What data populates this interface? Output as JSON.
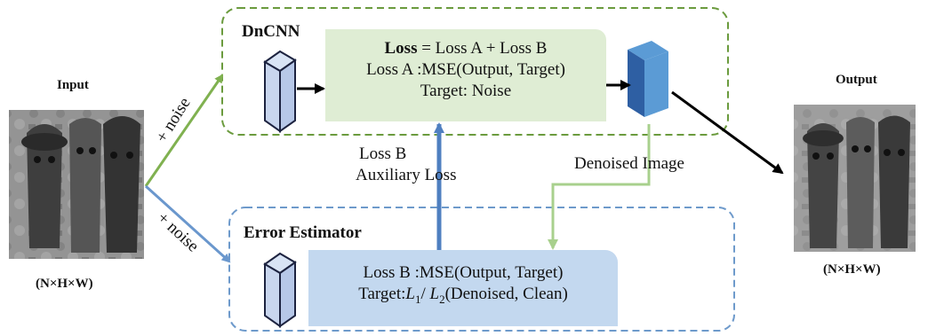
{
  "input": {
    "title": "Input",
    "dims": "(N×H×W)"
  },
  "output": {
    "title": "Output",
    "dims": "(N×H×W)"
  },
  "dncnn": {
    "title": "DnCNN",
    "loss_label_bold": "Loss",
    "loss_formula": " = Loss A + Loss B",
    "loss_a": "Loss A :MSE(Output, Target)",
    "target": "Target: Noise"
  },
  "error_estimator": {
    "title": "Error Estimator",
    "loss_b": "Loss B :MSE(Output, Target)",
    "target_prefix": "Target:",
    "l1": "L",
    "l1_sub": "1",
    "slash": "/ ",
    "l2": "L",
    "l2_sub": "2",
    "target_suffix": "(Denoised, Clean)"
  },
  "arrows": {
    "noise_top": "+ noise",
    "noise_bottom": "+ noise",
    "loss_b_line1": "Loss B",
    "loss_b_line2": "Auxiliary Loss",
    "denoised": "Denoised Image"
  },
  "colors": {
    "green_arrow": "#80b150",
    "blue_arrow": "#6a97cd",
    "green_dash": "#6b9b3e",
    "blue_dash": "#6e9acb",
    "dnn_box": "#dfedd4",
    "err_box": "#c3d8ef",
    "denoised_arrow": "#a8d08d"
  }
}
